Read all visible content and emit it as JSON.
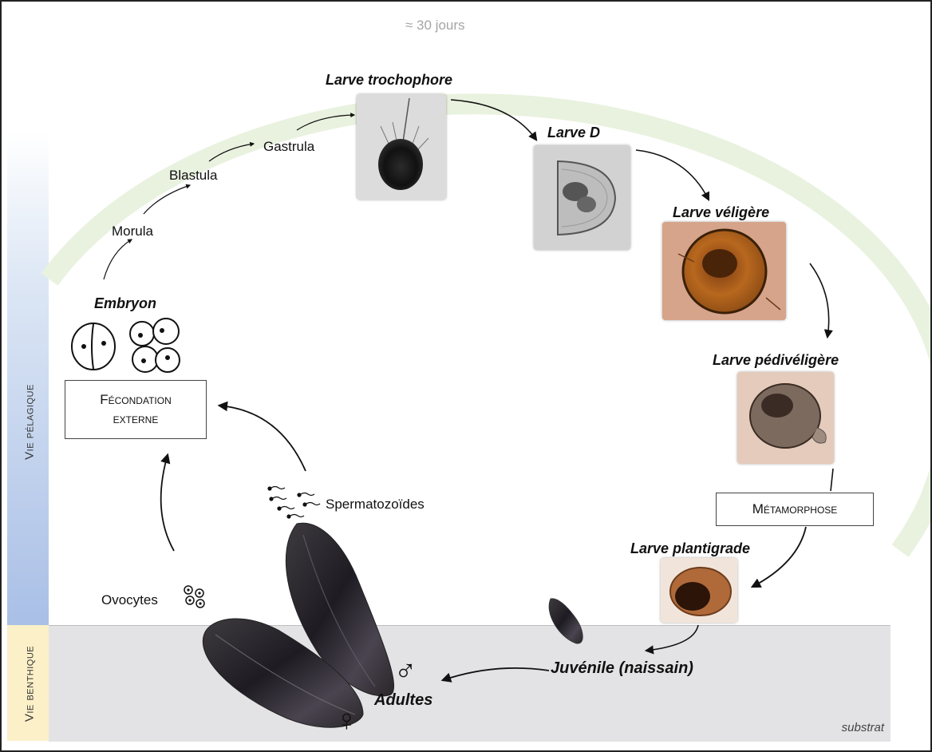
{
  "duration": "≈ 30 jours",
  "zones": {
    "pelagic": "Vie pélagique",
    "benthic": "Vie benthique",
    "substrate": "substrat"
  },
  "stages": {
    "morula": "Morula",
    "blastula": "Blastula",
    "gastrula": "Gastrula",
    "trochophore": "Larve trochophore",
    "larve_d": "Larve D",
    "veligere": "Larve véligère",
    "pediveligere": "Larve pédivéligère",
    "metamorphose": "Métamorphose",
    "plantigrade": "Larve plantigrade",
    "juvenile": "Juvénile (naissain)",
    "adultes": "Adultes",
    "embryon": "Embryon",
    "fecondation_line1": "Fécondation",
    "fecondation_line2": "externe",
    "spermatozoides": "Spermatozoïdes",
    "ovocytes": "Ovocytes"
  },
  "symbols": {
    "male": "♂",
    "female": "♀"
  },
  "colors": {
    "arc": "#e9f2df",
    "pelagic_band": "#a9bfe6",
    "benthic_band": "#fbf0c8",
    "substrate": "#e3e3e5"
  }
}
